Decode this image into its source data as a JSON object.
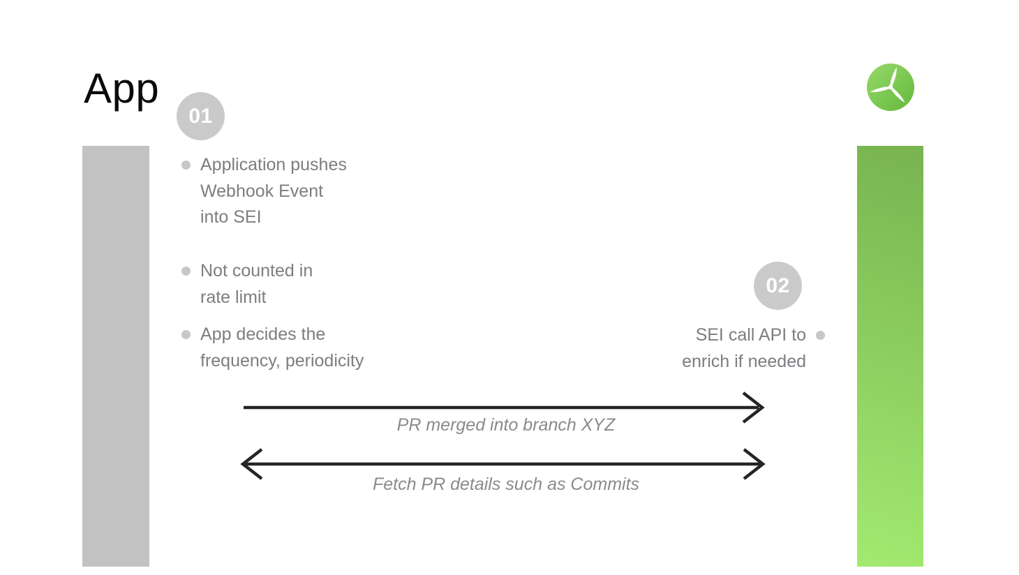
{
  "title": "App",
  "steps": [
    {
      "number": "01",
      "bullets": [
        "Application pushes\nWebhook Event\ninto SEI",
        "Not counted in\nrate limit",
        "App decides the\nfrequency, periodicity"
      ]
    },
    {
      "number": "02",
      "bullets": [
        "SEI call API to\nenrich if needed"
      ]
    }
  ],
  "arrows": [
    {
      "label": "PR merged into branch XYZ",
      "direction": "right"
    },
    {
      "label": "Fetch PR details such as Commits",
      "direction": "both"
    }
  ],
  "icons": {
    "logo": "turbine-icon",
    "bullet": "dot-icon"
  },
  "colors": {
    "background": "#ffffff",
    "title_text": "#0b0b0b",
    "left_bar": "#c2c2c2",
    "right_bar_top": "#78b350",
    "right_bar_bottom": "#a2ea70",
    "badge_bg": "#cacaca",
    "badge_text": "#ffffff",
    "bullet_dot": "#c7c7ca",
    "bullet_text": "#7d7d82",
    "arrow": "#242424",
    "arrow_label": "#8a8a8e",
    "logo_green_light": "#97d96a",
    "logo_green_dark": "#64b93d"
  }
}
